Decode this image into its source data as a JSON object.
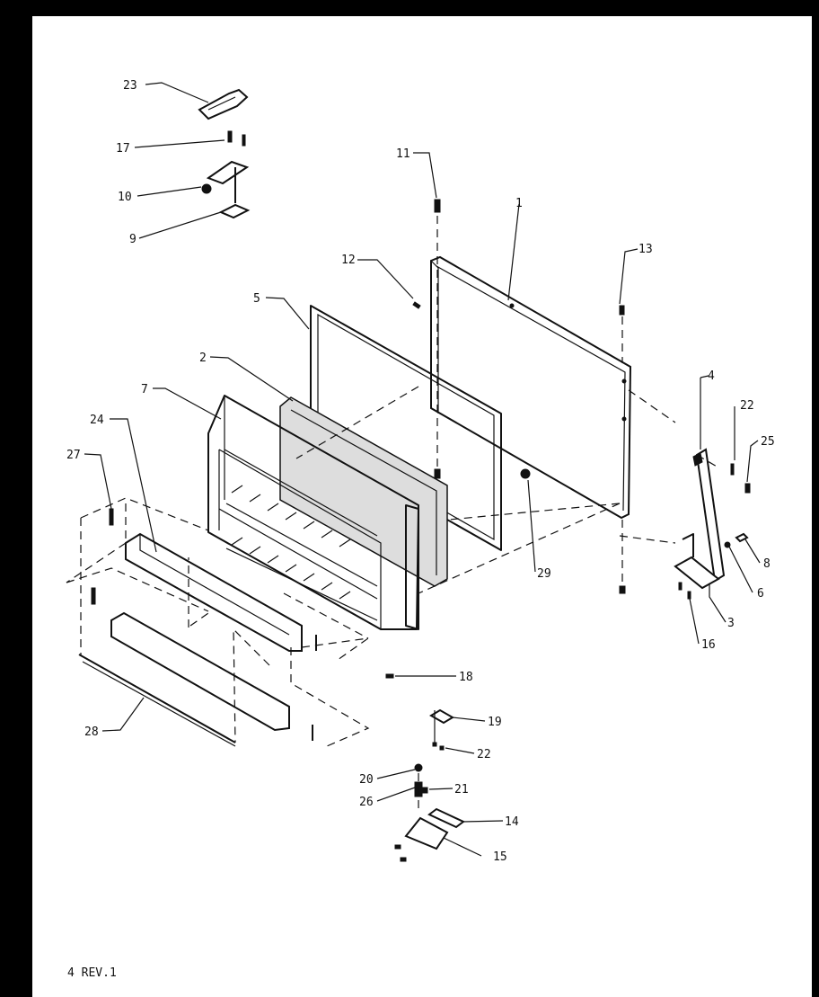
{
  "labels": [
    {
      "id": "l23",
      "text": "23"
    },
    {
      "id": "l17",
      "text": "17"
    },
    {
      "id": "l10",
      "text": "10"
    },
    {
      "id": "l9",
      "text": "9"
    },
    {
      "id": "l11",
      "text": "11"
    },
    {
      "id": "l1",
      "text": "1"
    },
    {
      "id": "l12",
      "text": "12"
    },
    {
      "id": "l13",
      "text": "13"
    },
    {
      "id": "l5",
      "text": "5"
    },
    {
      "id": "l2",
      "text": "2"
    },
    {
      "id": "l7",
      "text": "7"
    },
    {
      "id": "l24",
      "text": "24"
    },
    {
      "id": "l27",
      "text": "27"
    },
    {
      "id": "l4",
      "text": "4"
    },
    {
      "id": "l22a",
      "text": "22"
    },
    {
      "id": "l25",
      "text": "25"
    },
    {
      "id": "l29",
      "text": "29"
    },
    {
      "id": "l8",
      "text": "8"
    },
    {
      "id": "l6",
      "text": "6"
    },
    {
      "id": "l3",
      "text": "3"
    },
    {
      "id": "l16",
      "text": "16"
    },
    {
      "id": "l18",
      "text": "18"
    },
    {
      "id": "l19",
      "text": "19"
    },
    {
      "id": "l22b",
      "text": "22"
    },
    {
      "id": "l20",
      "text": "20"
    },
    {
      "id": "l21",
      "text": "21"
    },
    {
      "id": "l26",
      "text": "26"
    },
    {
      "id": "l14",
      "text": "14"
    },
    {
      "id": "l15",
      "text": "15"
    },
    {
      "id": "l28",
      "text": "28"
    }
  ],
  "footer": {
    "revision": "4 REV.1"
  }
}
